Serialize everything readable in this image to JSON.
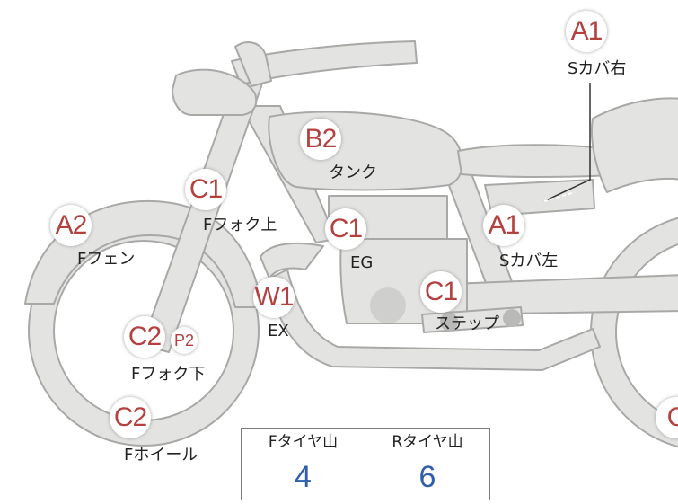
{
  "diagram": {
    "callouts": [
      {
        "id": "a1-right-cover",
        "code": "A1",
        "label": "Sカバ右"
      },
      {
        "id": "b2-tank",
        "code": "B2",
        "label": "タンク"
      },
      {
        "id": "c1-fork-upper",
        "code": "C1",
        "label": "Fフォク上"
      },
      {
        "id": "a2-front-fender",
        "code": "A2",
        "label": "Fフェン"
      },
      {
        "id": "c1-engine",
        "code": "C1",
        "label": "EG"
      },
      {
        "id": "a1-left-cover",
        "code": "A1",
        "label": "Sカバ左"
      },
      {
        "id": "w1-exhaust",
        "code": "W1",
        "label": "EX"
      },
      {
        "id": "c1-step",
        "code": "C1",
        "label": "ステップ"
      },
      {
        "id": "c2-fork-lower",
        "code": "C2",
        "label": "Fフォク下"
      },
      {
        "id": "p2-fork-lower",
        "code": "P2",
        "label": ""
      },
      {
        "id": "c2-front-wheel",
        "code": "C2",
        "label": "Fホイール"
      },
      {
        "id": "c-rear-partial",
        "code": "C",
        "label": ""
      }
    ]
  },
  "tire_table": {
    "headers": [
      "Fタイヤ山",
      "Rタイヤ山"
    ],
    "values": [
      "4",
      "6"
    ]
  },
  "colors": {
    "bike_fill": "#e3e4e2",
    "bike_stroke": "#a8a9a7",
    "badge_text": "#b5413f",
    "value_text": "#2f5fa8"
  }
}
